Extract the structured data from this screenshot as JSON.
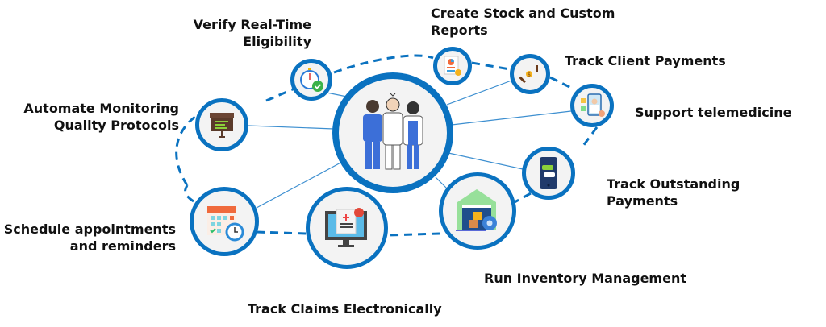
{
  "colors": {
    "ring": "#0a72c0",
    "node_fill": "#f3f3f3",
    "text": "#111111"
  },
  "center": {
    "icon": "medical-team-icon"
  },
  "features": [
    {
      "id": "verify",
      "lines": [
        "Verify Real-Time",
        "Eligibility"
      ],
      "icon": "stopwatch-check-icon"
    },
    {
      "id": "reports",
      "lines": [
        "Create Stock and Custom",
        "Reports"
      ],
      "icon": "report-chart-icon"
    },
    {
      "id": "payments",
      "lines": [
        "Track Client Payments"
      ],
      "icon": "coin-payment-icon"
    },
    {
      "id": "telemedicine",
      "lines": [
        "Support telemedicine"
      ],
      "icon": "video-doctor-icon"
    },
    {
      "id": "monitoring",
      "lines": [
        "Automate Monitoring",
        "Quality Protocols"
      ],
      "icon": "presentation-board-icon"
    },
    {
      "id": "outstanding",
      "lines": [
        "Track Outstanding",
        "Payments"
      ],
      "icon": "phone-chat-icon"
    },
    {
      "id": "inventory",
      "lines": [
        "Run Inventory Management"
      ],
      "icon": "warehouse-gear-icon"
    },
    {
      "id": "claims",
      "lines": [
        "Track Claims Electronically"
      ],
      "icon": "monitor-claim-icon"
    },
    {
      "id": "schedule",
      "lines": [
        "Schedule appointments",
        "and reminders"
      ],
      "icon": "calendar-clock-icon"
    }
  ]
}
